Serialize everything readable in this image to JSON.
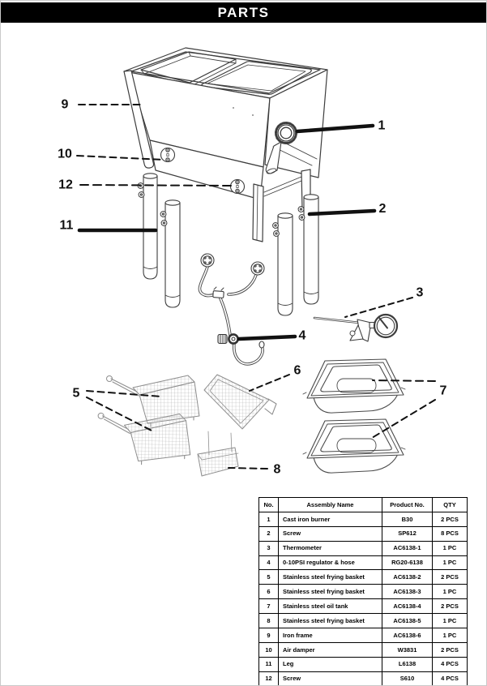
{
  "header": {
    "title": "PARTS"
  },
  "callouts": [
    "1",
    "2",
    "3",
    "4",
    "5",
    "6",
    "7",
    "8",
    "9",
    "10",
    "11",
    "12"
  ],
  "table": {
    "headers": [
      "No.",
      "Assembly Name",
      "Product No.",
      "QTY"
    ],
    "rows": [
      {
        "no": "1",
        "name": "Cast iron burner",
        "product": "B30",
        "qty": "2 PCS"
      },
      {
        "no": "2",
        "name": "Screw",
        "product": "SP612",
        "qty": "8 PCS"
      },
      {
        "no": "3",
        "name": "Thermometer",
        "product": "AC6138-1",
        "qty": "1 PC"
      },
      {
        "no": "4",
        "name": "0-10PSI regulator & hose",
        "product": "RG20-6138",
        "qty": "1 PC"
      },
      {
        "no": "5",
        "name": "Stainless steel frying basket",
        "product": "AC6138-2",
        "qty": "2 PCS"
      },
      {
        "no": "6",
        "name": "Stainless steel frying basket",
        "product": "AC6138-3",
        "qty": "1 PC"
      },
      {
        "no": "7",
        "name": "Stainless steel oil tank",
        "product": "AC6138-4",
        "qty": "2 PCS"
      },
      {
        "no": "8",
        "name": "Stainless steel frying basket",
        "product": "AC6138-5",
        "qty": "1 PC"
      },
      {
        "no": "9",
        "name": "Iron frame",
        "product": "AC6138-6",
        "qty": "1 PC"
      },
      {
        "no": "10",
        "name": "Air damper",
        "product": "W3831",
        "qty": "2 PCS"
      },
      {
        "no": "11",
        "name": "Leg",
        "product": "L6138",
        "qty": "4 PCS"
      },
      {
        "no": "12",
        "name": "Screw",
        "product": "S610",
        "qty": "4 PCS"
      }
    ]
  },
  "colors": {
    "header_bg": "#000000",
    "header_text": "#ffffff",
    "line_art": "#3d3d3d",
    "basket_line": "#8f8f8f",
    "callout": "#111111",
    "table_border": "#000000"
  }
}
